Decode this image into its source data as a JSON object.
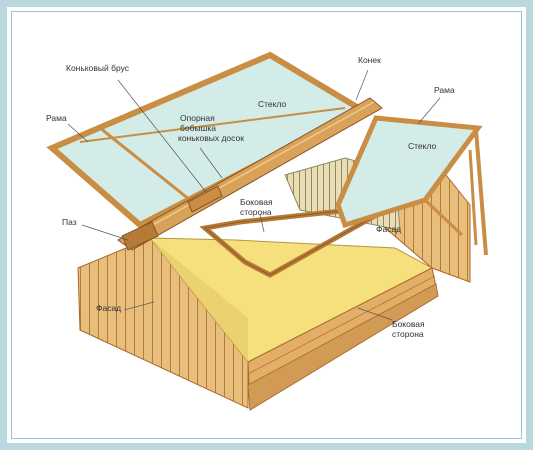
{
  "labels": {
    "ridge_beam": "Коньковый брус",
    "ridge": "Конек",
    "frame_left": "Рама",
    "frame_right": "Рама",
    "glass_left": "Стекло",
    "glass_right": "Стекло",
    "support_boss_1": "Опорная",
    "support_boss_2": "бобышка",
    "support_boss_3": "коньковых досок",
    "groove": "Паз",
    "side_upper_1": "Боковая",
    "side_upper_2": "сторона",
    "facade_right": "Фасад",
    "facade_left": "Фасад",
    "side_lower_1": "Боковая",
    "side_lower_2": "сторона"
  },
  "colors": {
    "border": "#b8d8de",
    "wood": "#e6bb7a",
    "wood_dark": "#c98d44",
    "wood_line": "#a8682a",
    "glass": "#d3ece8",
    "soil": "#f6e07e",
    "leader": "#555555"
  }
}
